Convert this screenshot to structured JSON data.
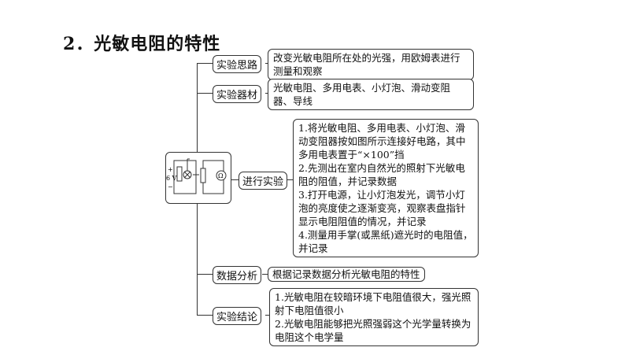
{
  "title": "2．光敏电阻的特性",
  "nodes": [
    {
      "label": "实验思路",
      "items": [
        "改变光敏电阻所在处的光强，用欧姆表进行测量和观察"
      ]
    },
    {
      "label": "实验器材",
      "items": [
        "光敏电阻、多用电表、小灯泡、滑动变阻器、导线"
      ]
    },
    {
      "label": "进行实验",
      "items": [
        "1.将光敏电阻、多用电表、小灯泡、滑动变阻器按如图所示连接好电路，其中多用电表置于“×100”挡",
        "2.先测出在室内自然光的照射下光敏电阻的阻值，并记录数据",
        "3.打开电源，让小灯泡发光，调节小灯泡的亮度使之逐渐变亮，观察表盘指针显示电阻阻值的情况，并记录",
        "4.测量用手掌(或黑纸)遮光时的电阻值，并记录"
      ]
    },
    {
      "label": "数据分析",
      "items": [
        "根据记录数据分析光敏电阻的特性"
      ]
    },
    {
      "label": "实验结论",
      "items": [
        "1.光敏电阻在较暗环境下电阻值很大，强光照射下电阻值很小",
        "2.光敏电阻能够把光照强弱这个光学量转换为电阻这个电学量"
      ]
    }
  ],
  "circuit": {
    "voltage": "6 V",
    "plus": "+",
    "minus": "−",
    "ohm": "Ω"
  }
}
